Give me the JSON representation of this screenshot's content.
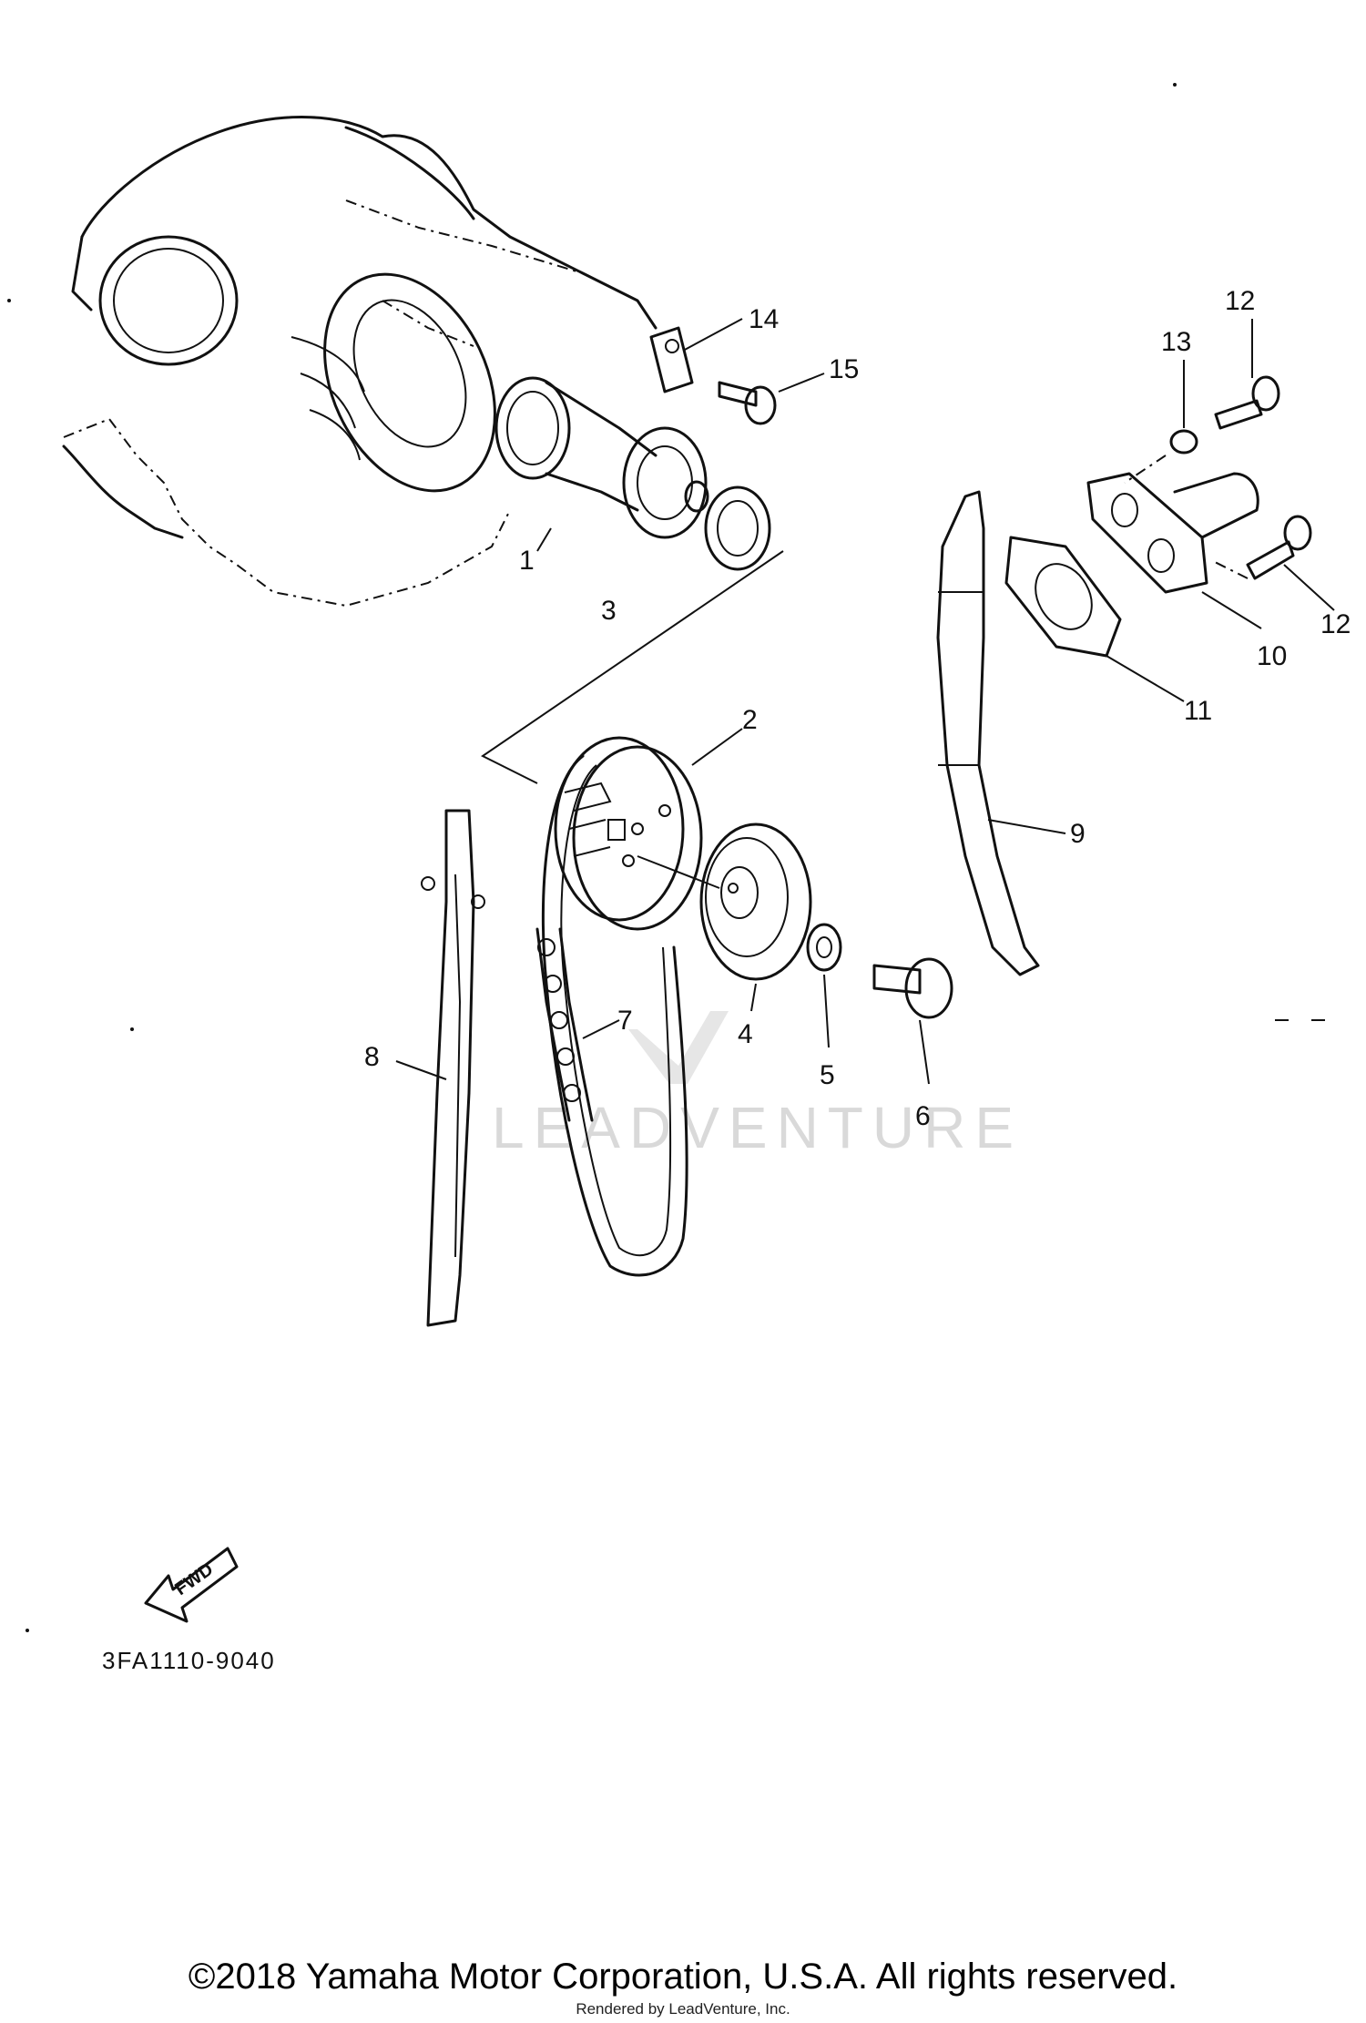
{
  "callouts": {
    "c1": "1",
    "c2": "2",
    "c3": "3",
    "c4": "4",
    "c5": "5",
    "c6": "6",
    "c7": "7",
    "c8": "8",
    "c9": "9",
    "c10": "10",
    "c11": "11",
    "c12a": "12",
    "c12b": "12",
    "c13": "13",
    "c14": "14",
    "c15": "15"
  },
  "fwd_label": "FWD",
  "drawing_code": "3FA1110-9040",
  "watermark": "LEADVENTURE",
  "copyright": "©2018 Yamaha Motor Corporation, U.S.A. All rights reserved.",
  "rendered_by": "Rendered by LeadVenture, Inc."
}
